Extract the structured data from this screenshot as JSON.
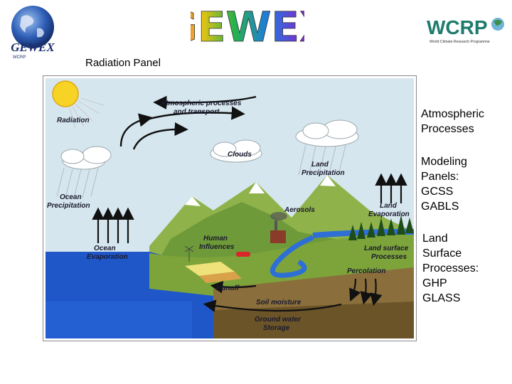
{
  "header": {
    "left_logo_text": "GEWEX",
    "left_logo_subtext": "WCRP",
    "center_logo_text": "GEWEX",
    "right_logo_text": "WCRP",
    "right_logo_subtext": "World Climate Research Programme"
  },
  "caption": {
    "radiation_panel": "Radiation Panel"
  },
  "side_panels": {
    "atmospheric": [
      "Atmospheric",
      "Processes"
    ],
    "modeling": [
      "Modeling",
      "Panels:",
      "GCSS",
      "GABLS"
    ],
    "land_surface": [
      "Land",
      "Surface",
      "Processes:",
      "GHP",
      "GLASS"
    ]
  },
  "diagram_labels": {
    "radiation": "Radiation",
    "atmo_processes_1": "Atmospheric processes",
    "atmo_processes_2": "and transport",
    "clouds": "Clouds",
    "land_precip_1": "Land",
    "land_precip_2": "Precipitation",
    "ocean_precip_1": "Ocean",
    "ocean_precip_2": "Precipitation",
    "aerosols": "Aerosols",
    "land_evap_1": "Land",
    "land_evap_2": "Evaporation",
    "human_1": "Human",
    "human_2": "Influences",
    "ocean_evap_1": "Ocean",
    "ocean_evap_2": "Evaporation",
    "land_surface_1": "Land surface",
    "land_surface_2": "Processes",
    "percolation": "Percolation",
    "runoff": "Runoff",
    "soil_moisture": "Soil moisture",
    "groundwater_1": "Ground water",
    "groundwater_2": "Storage"
  },
  "colors": {
    "sky": "#d6e6ee",
    "ocean": "#1f57c8",
    "land": "#7da43a",
    "soil": "#8a6f3c",
    "mountain": "#6f9a3a",
    "sun": "#f7d325"
  }
}
